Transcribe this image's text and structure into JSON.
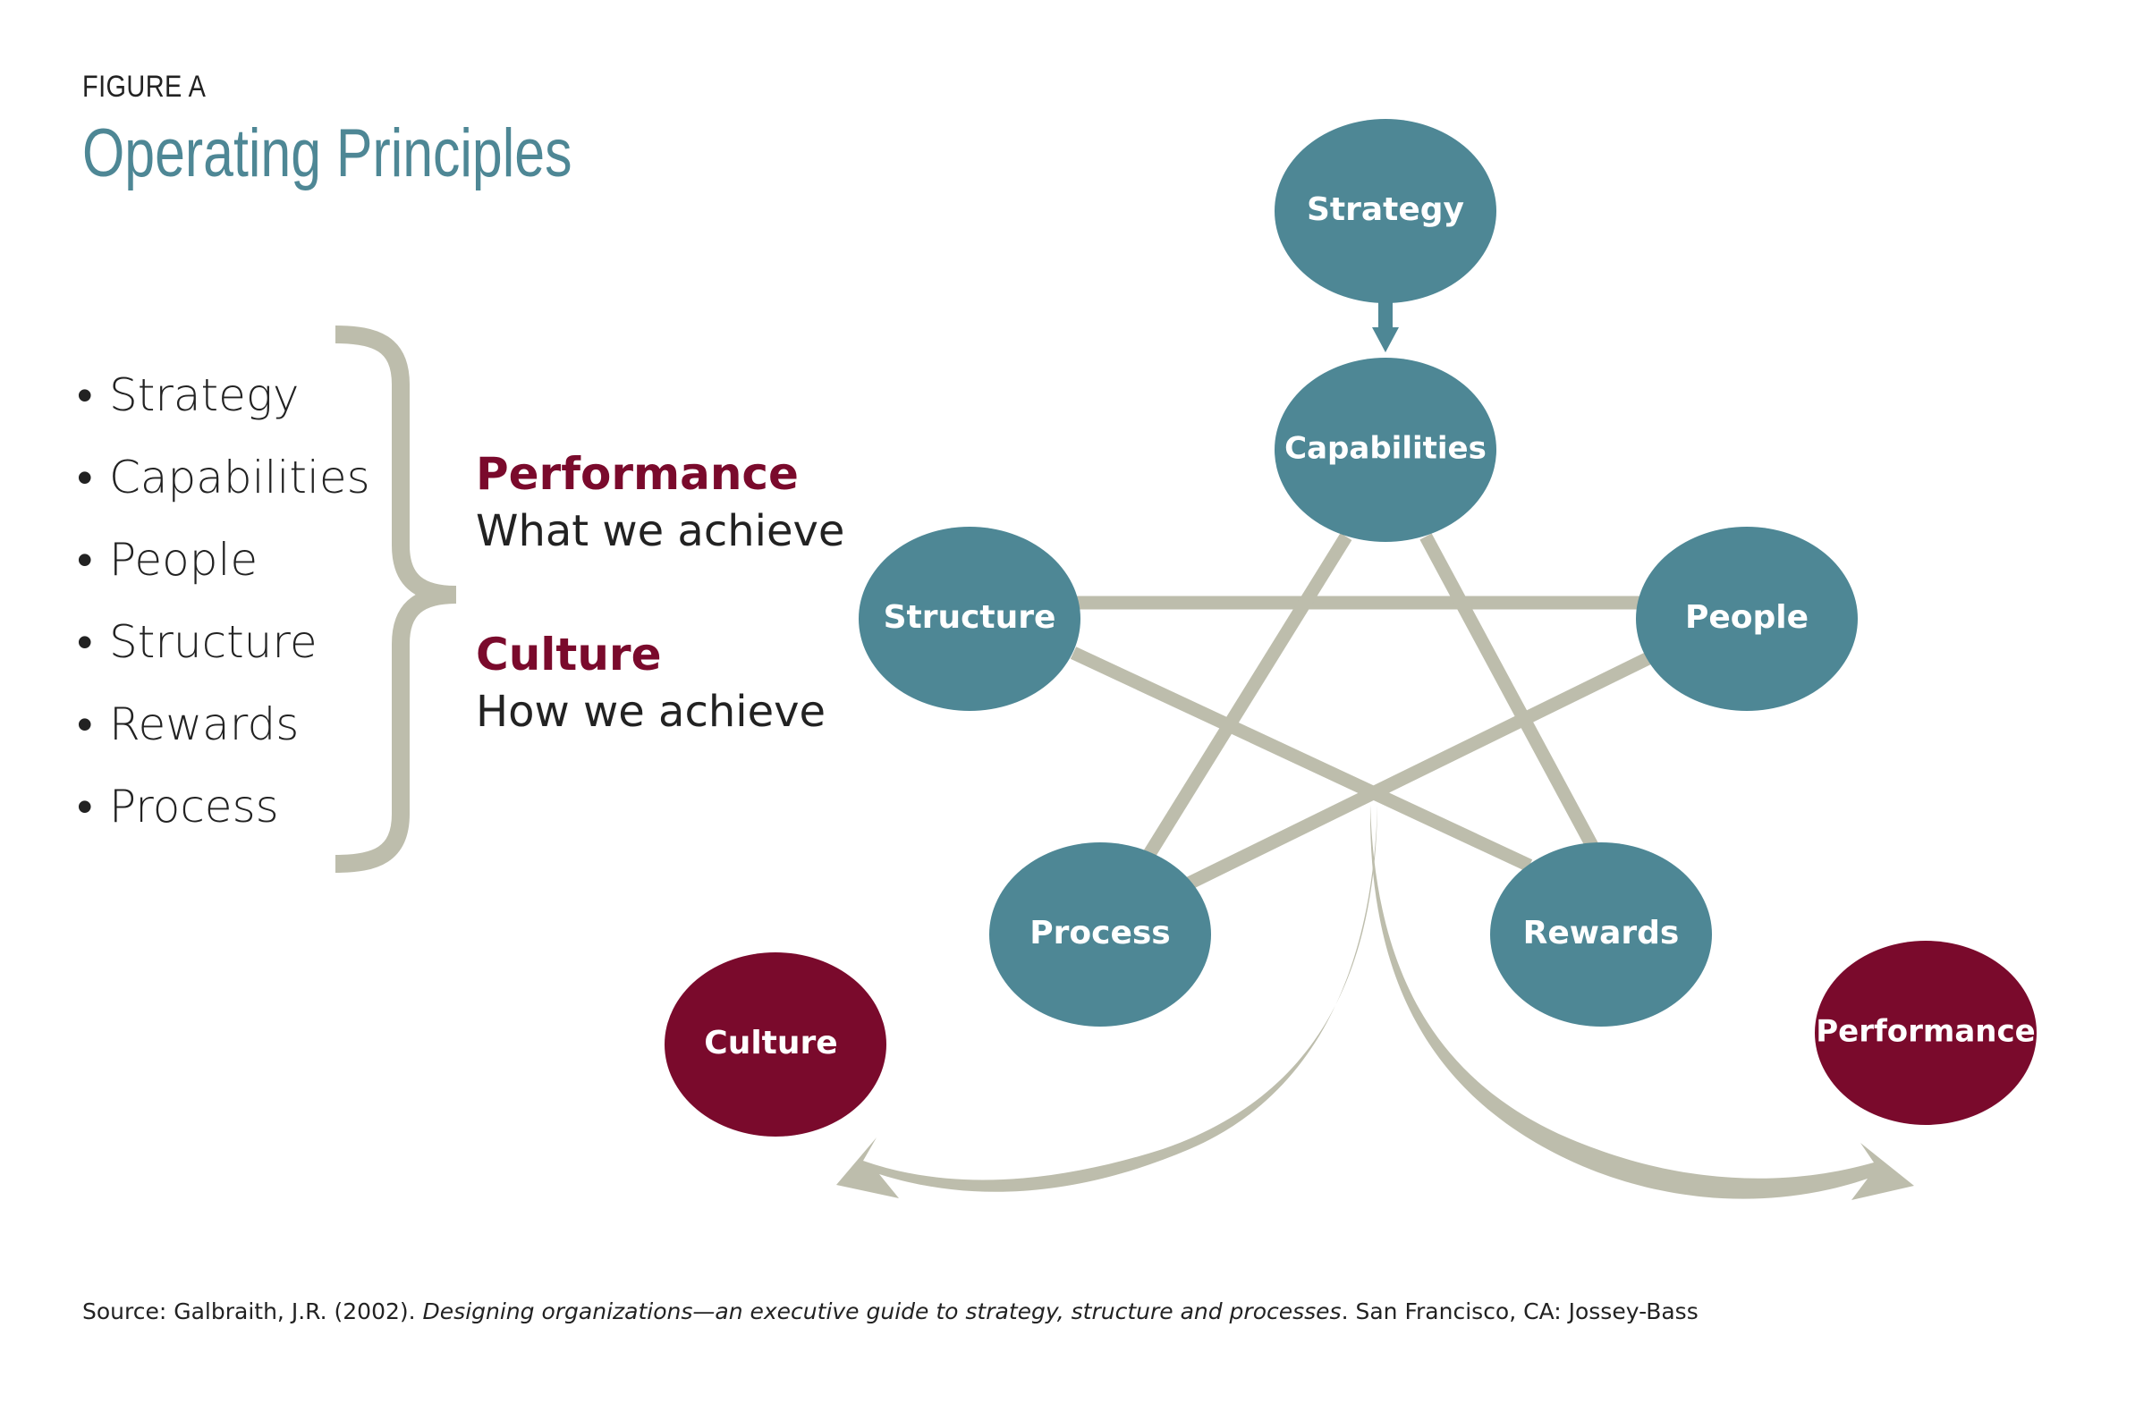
{
  "figure": {
    "label": "FIGURE A",
    "title": "Operating Principles"
  },
  "principles": [
    "Strategy",
    "Capabilities",
    "People",
    "Structure",
    "Rewards",
    "Process"
  ],
  "outcomes": [
    {
      "heading": "Performance",
      "description": "What we achieve"
    },
    {
      "heading": "Culture",
      "description": "How we achieve"
    }
  ],
  "diagram": {
    "nodes": {
      "strategy": "Strategy",
      "capabilities": "Capabilities",
      "structure": "Structure",
      "people": "People",
      "process": "Process",
      "rewards": "Rewards",
      "culture": "Culture",
      "performance": "Performance"
    },
    "colors": {
      "teal": "#4e8795",
      "maroon": "#7a0a2c",
      "connector": "#bdbdac"
    }
  },
  "source": {
    "prefix": "Source: Galbraith, J.R. (2002). ",
    "title": "Designing organizations—an executive guide to strategy, structure and processes",
    "suffix": ". San Francisco, CA: Jossey-Bass"
  }
}
